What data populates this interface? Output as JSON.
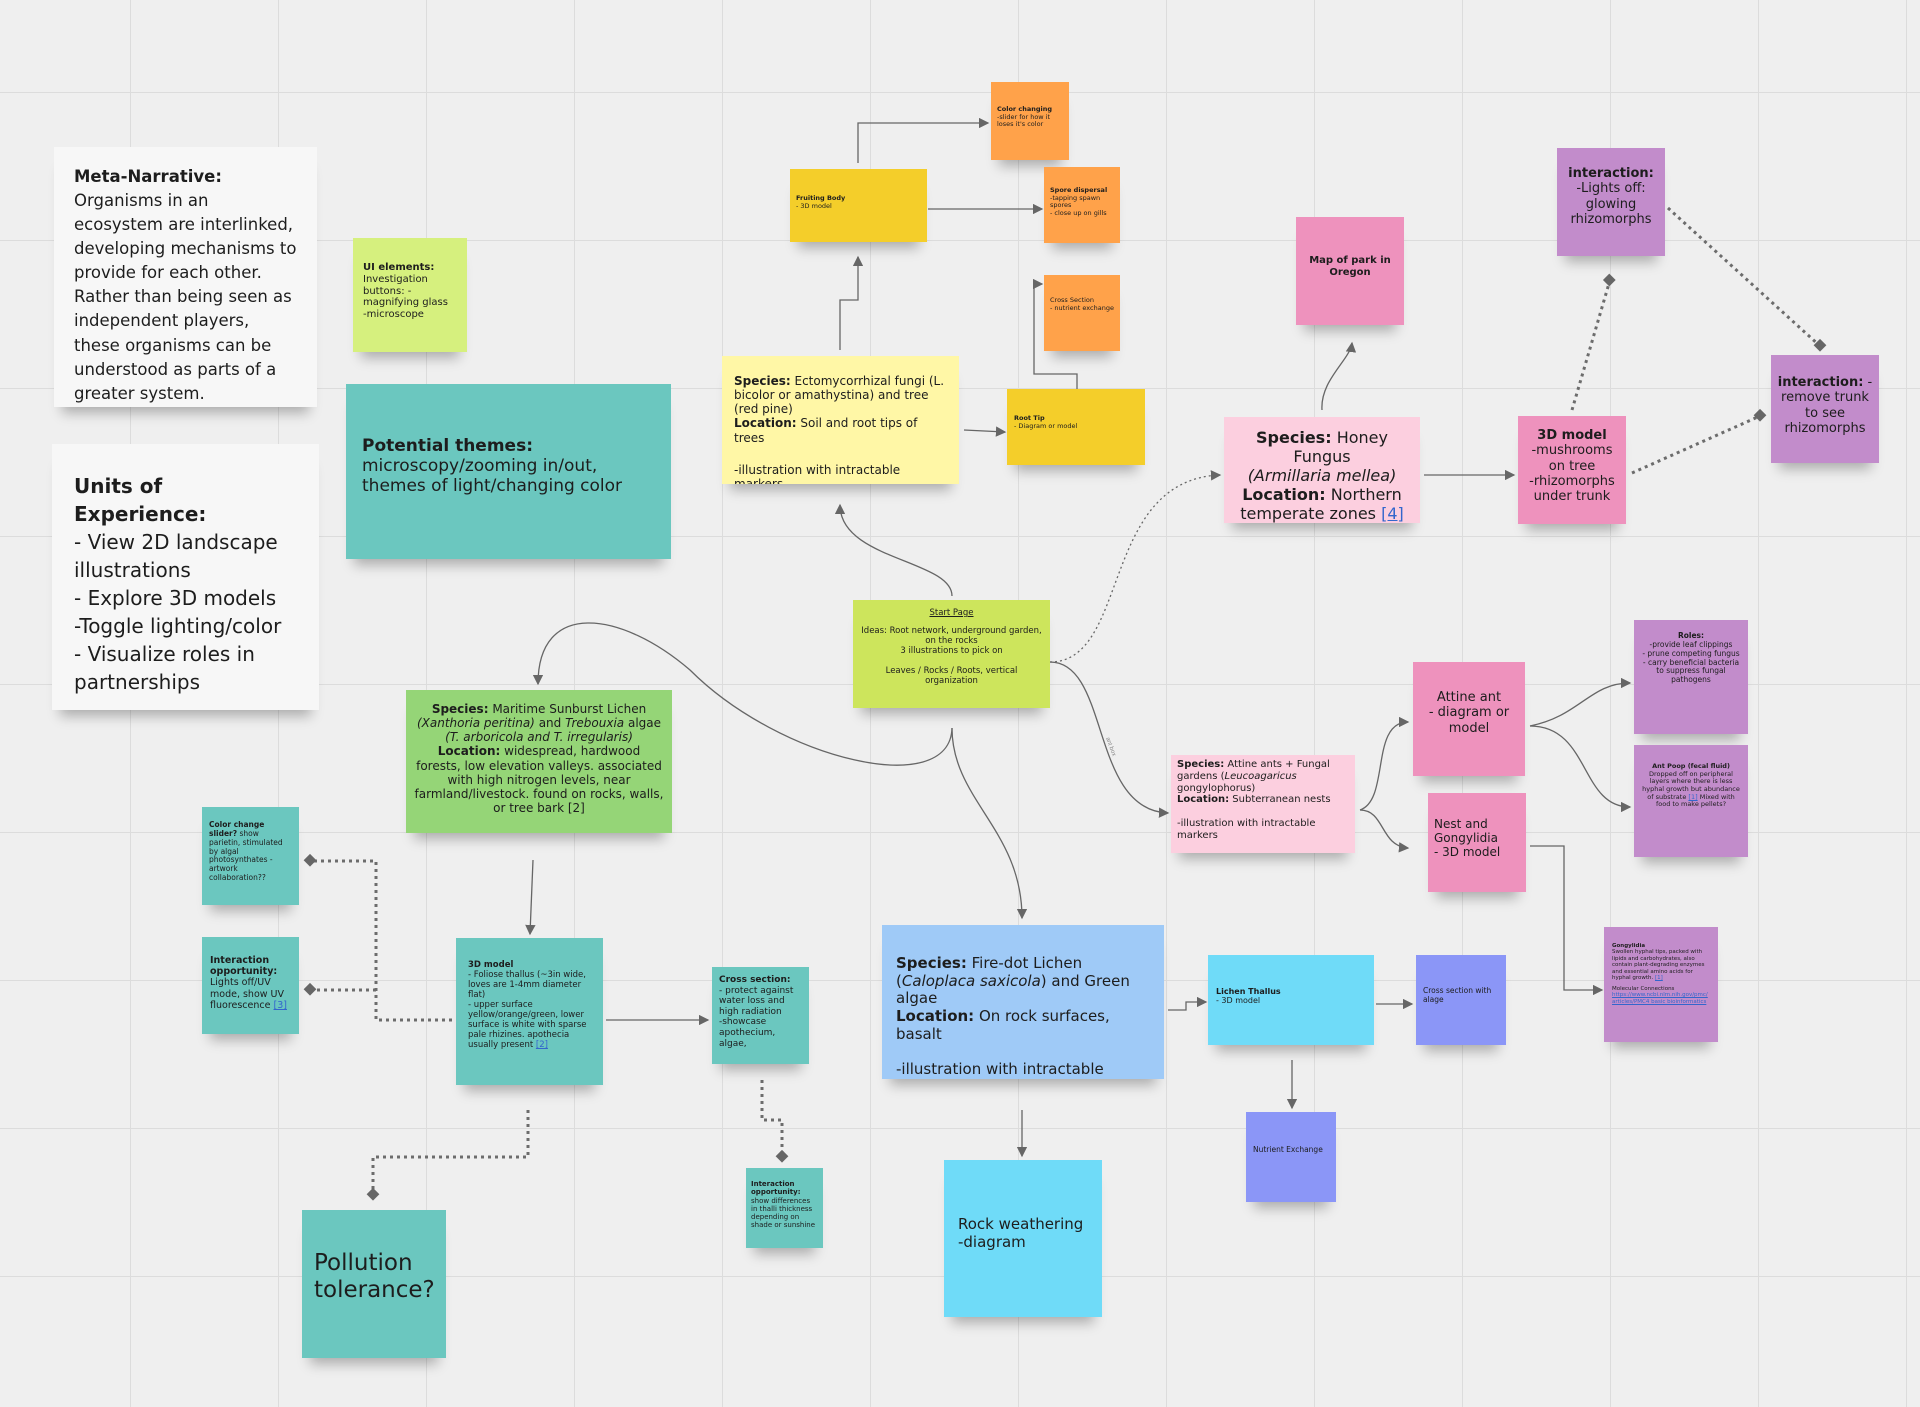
{
  "board": {
    "meta_narrative": {
      "title": "Meta-Narrative:",
      "body": "Organisms in an ecosystem are interlinked, developing mechanisms to provide for each other. Rather than being seen as independent players, these organisms can be understood as parts of a greater system."
    },
    "units_of_experience": {
      "title": "Units of Experience:",
      "body": "- View 2D landscape illustrations\n- Explore 3D models\n-Toggle lighting/color\n- Visualize roles in partnerships"
    },
    "ui_elements": {
      "title": "UI elements:",
      "body": "Investigation buttons: - magnifying glass\n-microscope"
    },
    "potential_themes": {
      "title": "Potential themes:",
      "body": "microscopy/zooming in/out, themes of light/changing color"
    },
    "color_changing": {
      "title": "Color changing",
      "body": "-slider for how it loses it's color"
    },
    "fruiting_body": {
      "title": "Fruiting Body",
      "body": "- 3D model"
    },
    "spore_dispersal": {
      "title": "Spore dispersal",
      "body": "-tapping spawn spores\n- close up on gills"
    },
    "cross_section_nutrient": {
      "body": "Cross Section\n- nutrient exchange"
    },
    "ecto_species": {
      "species_label": "Species:",
      "species": " Ectomycorrhizal fungi (L. bicolor or amathystina) and tree (red pine)",
      "location_label": "Location:",
      "location": " Soil and root tips of trees",
      "extra": "-illustration with intractable markers"
    },
    "root_tip": {
      "title": "Root Tip",
      "body": "- Diagram or model"
    },
    "map_oregon": {
      "title": "Map of park in Oregon"
    },
    "honey_fungus": {
      "species_label": "Species:",
      "species": " Honey Fungus",
      "species_latin": "(Armillaria mellea)",
      "location_label": "Location:",
      "location": " Northern temperate zones",
      "ref": "[4]"
    },
    "interaction_glow": {
      "title": "interaction:",
      "body": "-Lights off: glowing rhizomorphs"
    },
    "model_mushrooms": {
      "title": "3D model",
      "body": "-mushrooms on tree\n-rhizomorphs under trunk"
    },
    "interaction_trunk": {
      "title": "interaction:",
      "body": " - remove trunk to see rhizomorphs"
    },
    "start_page": {
      "title": "Start Page",
      "body": "Ideas: Root network, underground garden, on the rocks\n3 illustrations to pick on\n\nLeaves / Rocks / Roots, vertical organization"
    },
    "sunburst_lichen": {
      "species_label": "Species:",
      "species": " Maritime Sunburst Lichen",
      "latin1": "(Xanthoria peritina)",
      "and": " and ",
      "latin2": "Trebouxia",
      "algae": " algae",
      "latin3": "(T. arboricola and T. irregularis)",
      "location_label": "Location:",
      "location": " widespread, hardwood forests, low elevation valleys. associated with high nitrogen levels, near farmland/livestock. found on rocks, walls, or tree bark [2]"
    },
    "color_change_slider": {
      "title": "Color change slider?",
      "body": " show parietin, stimulated by algal photosynthates - artwork collaboration??"
    },
    "interaction_uv": {
      "title": "Interaction opportunity:",
      "body": " Lights off/UV mode, show UV fluorescence",
      "ref": "[3]"
    },
    "lichen_3d_model": {
      "title": "3D model",
      "body": "- Foliose thallus (~3in wide, loves are 1-4mm diameter flat)\n- upper surface yellow/orange/green, lower surface is white with sparse pale rhizines. apothecia usually present",
      "ref": "[2]"
    },
    "cross_section_lichen": {
      "title": "Cross section:",
      "body": "- protect against water loss and high radiation\n-showcase apothecium, algae,"
    },
    "interaction_thalli": {
      "title": "Interaction opportunity:",
      "body": " show differences in thalli thickness depending on shade or sunshine"
    },
    "pollution": {
      "body": "Pollution tolerance?"
    },
    "fire_dot_lichen": {
      "species_label": "Species:",
      "species": " Fire-dot Lichen (",
      "latin": "Caloplaca saxicola",
      "algae": ") and Green algae",
      "location_label": "Location:",
      "location": " On rock surfaces, basalt",
      "extra": "-illustration with intractable markers"
    },
    "rock_weathering": {
      "body": "Rock weathering\n-diagram"
    },
    "lichen_thallus": {
      "title": "Lichen Thallus",
      "body": "- 3D model"
    },
    "cross_section_algae": {
      "body": "Cross section with alage"
    },
    "nutrient_exchange": {
      "body": "Nutrient Exchange"
    },
    "attine_species": {
      "species_label": "Species:",
      "species": " Attine ants + Fungal gardens (",
      "latin": "Leucoagaricus",
      "latin2": " gongylophorus)",
      "location_label": "Location:",
      "location": " Subterranean nests",
      "extra": "-illustration with intractable markers"
    },
    "attine_ant_model": {
      "body": "Attine ant\n- diagram or model"
    },
    "nest_gongylidia": {
      "body": "Nest and Gongylidia\n- 3D model"
    },
    "roles": {
      "title": "Roles:",
      "body": "-provide leaf clippings\n- prune competing fungus\n- carry beneficial bacteria to suppress fungal pathogens"
    },
    "ant_poop": {
      "title": "Ant Poop (fecal fluid)",
      "body": "Dropped off on peripheral layers where there is less hyphal growth but abundance of substrate",
      "ref": "[1]",
      "tail": " Mixed with food to make pellets?"
    },
    "gongylidia": {
      "title": "Gongylidia",
      "body": "Swollen hyphal tips, packed with lipids and carbohydrates, also contain plant-degrading enzymes and essential amino acids for hyphal growth.",
      "ref": "[1]",
      "body2": "Molecular Connections",
      "link": "https://www.ncbi.nlm.nih.gov/pmc/articles/PMC4 basic bioinformatics"
    },
    "edge_label_start": {
      "text": "ant box"
    }
  },
  "colors": {
    "white": "#f7f7f7",
    "teal": "#6bc7bf",
    "lime": "#d6f07e",
    "yellow": "#f4ce2a",
    "light_yellow": "#fff7a6",
    "orange": "#ffa24a",
    "green": "#95d577",
    "yellow_green": "#cde55c",
    "light_pink": "#fccfdf",
    "pink": "#ee92bd",
    "purple": "#c28ccb",
    "light_blue": "#9fcaf7",
    "cyan": "#6fdbf8",
    "violet": "#8b96f7",
    "connector": "#666666"
  }
}
